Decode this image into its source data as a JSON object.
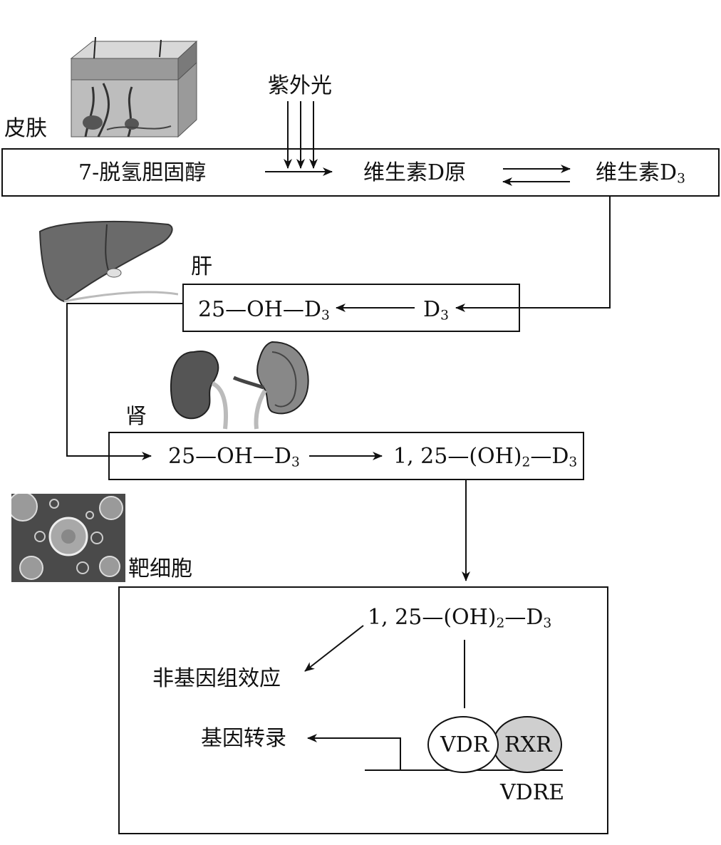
{
  "skin": {
    "organ_label": "皮肤",
    "uv_label": "紫外光",
    "dehydrocholesterol": "7-脱氢胆固醇",
    "previtamin_d": "维生素D原",
    "vitamin_d3": {
      "text": "维生素D",
      "sub": "3"
    }
  },
  "liver": {
    "organ_label": "肝",
    "product": {
      "pre": "25—OH—D",
      "sub": "3"
    },
    "input": {
      "pre": "D",
      "sub": "3"
    }
  },
  "kidney": {
    "organ_label": "肾",
    "input": {
      "pre": "25—OH—D",
      "sub": "3"
    },
    "product": {
      "pre": "1, 25—(OH)",
      "sub1": "2",
      "mid": "—D",
      "sub2": "3"
    }
  },
  "target_cell": {
    "organ_label": "靶细胞",
    "compound": {
      "pre": "1, 25—(OH)",
      "sub1": "2",
      "mid": "—D",
      "sub2": "3"
    },
    "non_genomic": "非基因组效应",
    "transcription": "基因转录",
    "vdr": "VDR",
    "rxr": "RXR",
    "vdre": "VDRE"
  },
  "colors": {
    "line": "#111111",
    "rxr_fill": "#cfcfcf",
    "organ_gray": "#6a6a6a"
  }
}
